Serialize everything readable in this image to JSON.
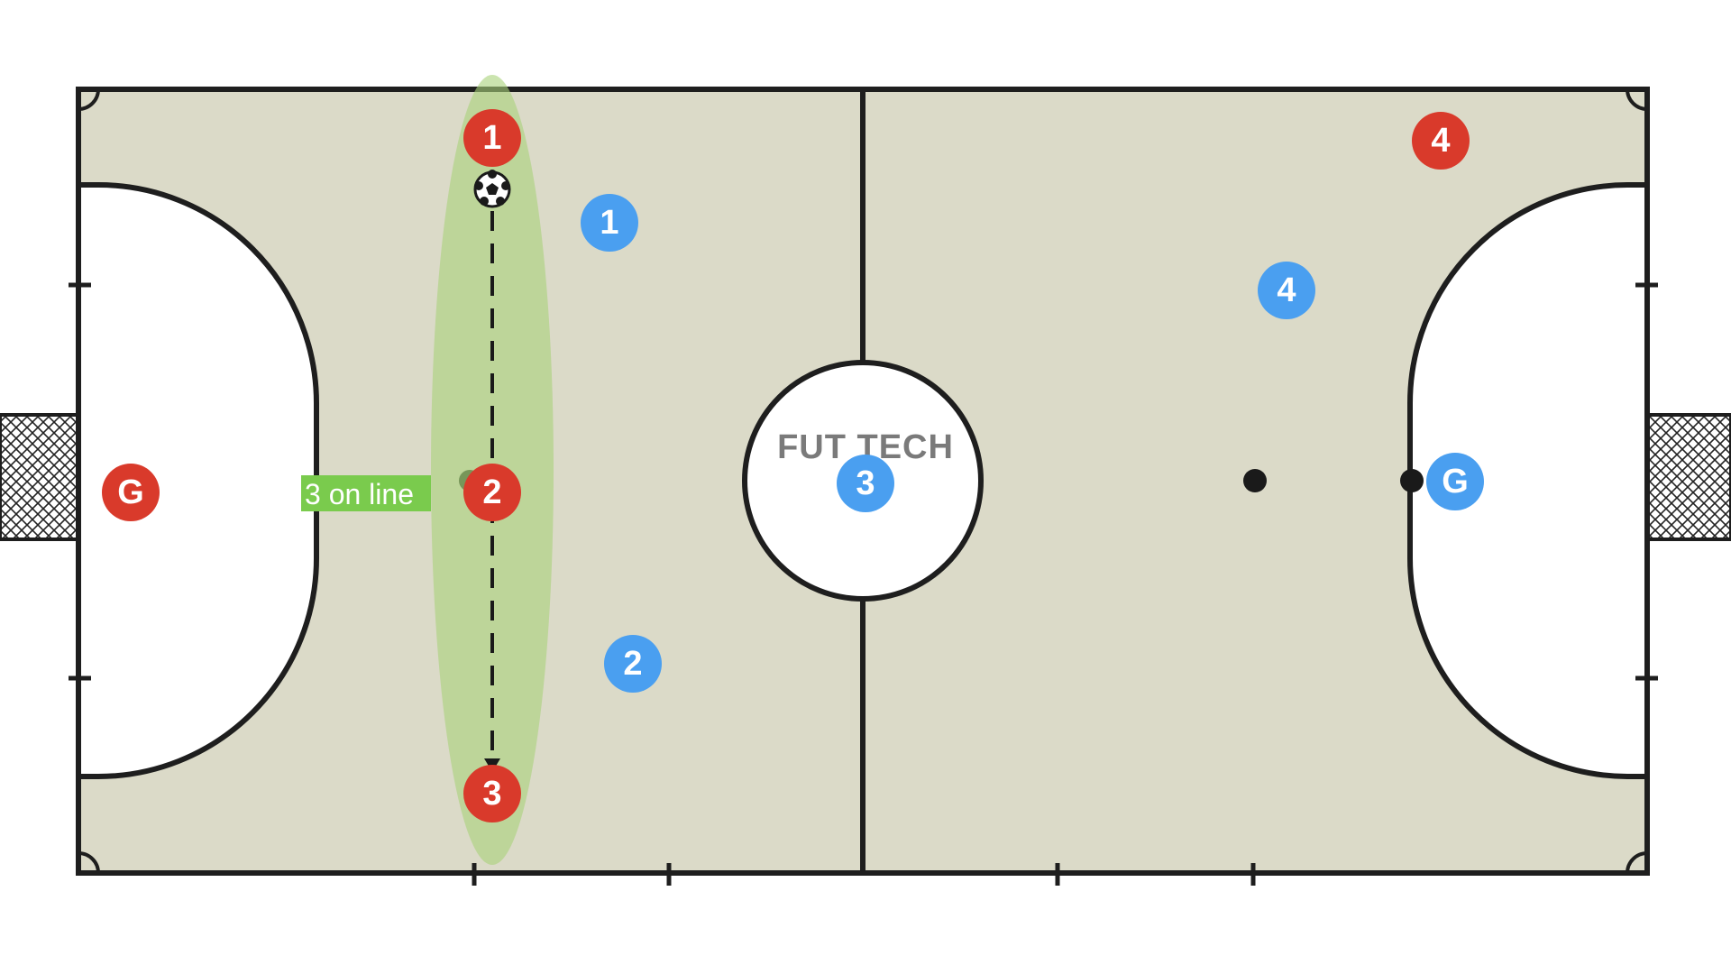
{
  "brand": {
    "text": "FUT TECH"
  },
  "callout": {
    "text": "3 on line"
  },
  "colors": {
    "court": "#dbdac8",
    "lines": "#1e1e1e",
    "team_red": "#d93a2b",
    "team_blue": "#4a9ff0",
    "highlight": "#a8d27a",
    "callout_bg": "#7acb4d"
  },
  "players": {
    "red": [
      {
        "id": "red-g",
        "label": "G"
      },
      {
        "id": "red-1",
        "label": "1"
      },
      {
        "id": "red-2",
        "label": "2"
      },
      {
        "id": "red-3",
        "label": "3"
      },
      {
        "id": "red-4",
        "label": "4"
      }
    ],
    "blue": [
      {
        "id": "blue-g",
        "label": "G"
      },
      {
        "id": "blue-1",
        "label": "1"
      },
      {
        "id": "blue-2",
        "label": "2"
      },
      {
        "id": "blue-3",
        "label": "3"
      },
      {
        "id": "blue-4",
        "label": "4"
      }
    ]
  },
  "icons": {
    "ball": "soccer-ball-icon",
    "arrow": "pass-arrow-icon"
  }
}
